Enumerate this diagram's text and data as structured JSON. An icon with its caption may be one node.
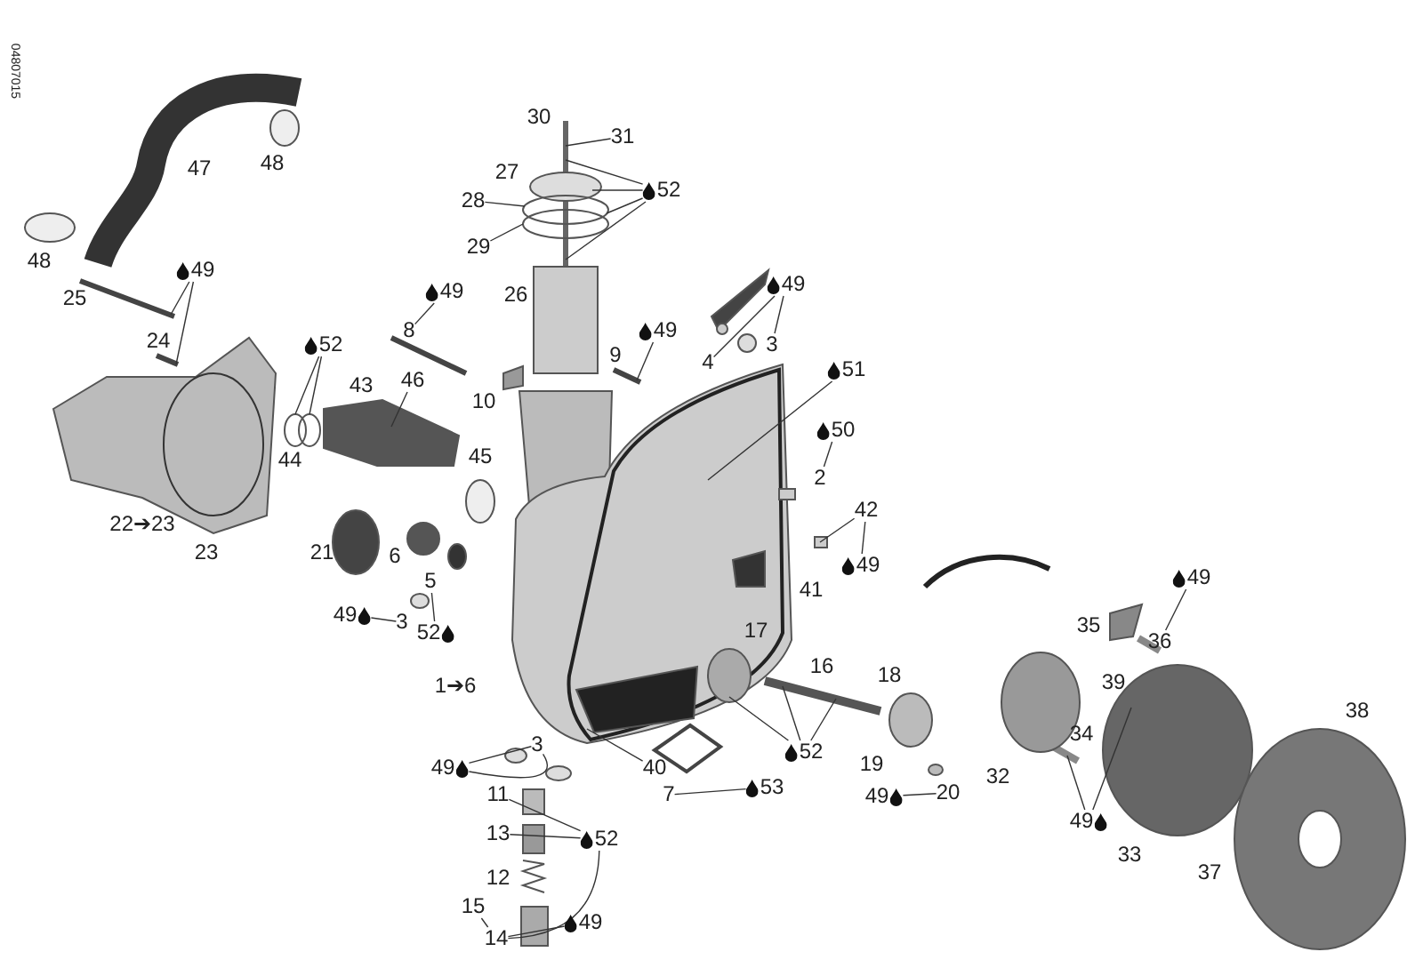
{
  "diagram": {
    "nodes": [
      {
        "text": [
          "49"
        ]
      },
      {
        "text": [
          "52"
        ]
      },
      {
        "text": [
          "49"
        ]
      },
      {
        "text": [
          "46"
        ]
      },
      {
        "text": [
          "31"
        ]
      },
      {
        "text": [
          "28"
        ]
      },
      {
        "text": [
          "29"
        ]
      },
      {
        "text": [
          "52"
        ]
      },
      {
        "text": [
          "49"
        ]
      },
      {
        "text": [
          "49"
        ]
      },
      {
        "text": [
          "51"
        ]
      },
      {
        "text": [
          "50"
        ]
      },
      {
        "text": [
          "42"
        ]
      },
      {
        "text": [
          "49"
        ]
      },
      {
        "text": [
          "49"
        ]
      },
      {
        "text": [
          "52"
        ]
      },
      {
        "text": [
          "40"
        ]
      },
      {
        "text": [
          "53"
        ]
      },
      {
        "text": [
          "52"
        ]
      },
      {
        "text": [
          "49"
        ]
      },
      {
        "text": [
          "52"
        ]
      },
      {
        "text": [
          "15"
        ]
      },
      {
        "text": [
          "49"
        ]
      },
      {
        "text": [
          "49"
        ]
      },
      {
        "text": [
          "49"
        ]
      },
      {
        "text": [
          "49"
        ]
      },
      {
        "text": [
          "8"
        ]
      },
      {
        "text": [
          "4"
        ]
      },
      {
        "text": [
          "3"
        ]
      },
      {
        "text": [
          "2"
        ]
      },
      {
        "text": [
          "5"
        ]
      },
      {
        "text": [
          "3"
        ]
      },
      {
        "text": [
          "3"
        ]
      },
      {
        "text": [
          "7"
        ]
      },
      {
        "text": [
          "20"
        ]
      },
      {
        "text": [
          "11"
        ]
      },
      {
        "text": [
          "13"
        ]
      },
      {
        "text": [
          "14"
        ]
      },
      {
        "text": [
          "36"
        ]
      }
    ],
    "edges": [
      {
        "from": 0,
        "to": null,
        "arrow": "none"
      },
      {
        "from": 0,
        "to": null,
        "arrow": "none"
      },
      {
        "from": 1,
        "to": null,
        "arrow": "none"
      },
      {
        "from": 1,
        "to": null,
        "arrow": "none"
      },
      {
        "from": 2,
        "to": 26,
        "arrow": "none"
      },
      {
        "from": 3,
        "to": null,
        "arrow": "none"
      },
      {
        "from": 4,
        "to": null,
        "arrow": "none"
      },
      {
        "from": 5,
        "to": null,
        "arrow": "none"
      },
      {
        "from": 6,
        "to": null,
        "arrow": "none"
      },
      {
        "from": 7,
        "to": null,
        "arrow": "none"
      },
      {
        "from": 7,
        "to": null,
        "arrow": "none"
      },
      {
        "from": 7,
        "to": null,
        "arrow": "none"
      },
      {
        "from": 7,
        "to": null,
        "arrow": "none"
      },
      {
        "from": 8,
        "to": null,
        "arrow": "none"
      },
      {
        "from": 9,
        "to": 27,
        "arrow": "none"
      },
      {
        "from": 9,
        "to": 28,
        "arrow": "none"
      },
      {
        "from": 10,
        "to": null,
        "arrow": "none"
      },
      {
        "from": 11,
        "to": 29,
        "arrow": "none"
      },
      {
        "from": 12,
        "to": null,
        "arrow": "none"
      },
      {
        "from": 13,
        "to": 12,
        "arrow": "none"
      },
      {
        "from": 14,
        "to": 31,
        "arrow": "none"
      },
      {
        "from": 15,
        "to": 30,
        "arrow": "none"
      },
      {
        "from": 16,
        "to": null,
        "arrow": "none"
      },
      {
        "from": 17,
        "to": 33,
        "arrow": "none"
      },
      {
        "from": 18,
        "to": null,
        "arrow": "none"
      },
      {
        "from": 18,
        "to": null,
        "arrow": "none"
      },
      {
        "from": 18,
        "to": null,
        "arrow": "none"
      },
      {
        "from": 19,
        "to": 32,
        "arrow": "none"
      },
      {
        "from": 19,
        "to": 32,
        "arrow": "none"
      },
      {
        "from": 20,
        "to": 35,
        "arrow": "none"
      },
      {
        "from": 20,
        "to": 36,
        "arrow": "none"
      },
      {
        "from": 20,
        "to": 37,
        "arrow": "none"
      },
      {
        "from": 21,
        "to": 37,
        "arrow": "none"
      },
      {
        "from": 22,
        "to": 37,
        "arrow": "none"
      },
      {
        "from": 23,
        "to": 34,
        "arrow": "none"
      },
      {
        "from": 24,
        "to": null,
        "arrow": "none"
      },
      {
        "from": 24,
        "to": null,
        "arrow": "none"
      },
      {
        "from": 25,
        "to": 38,
        "arrow": "none"
      }
    ],
    "labels": [
      "04807015",
      "30",
      "27",
      "48",
      "47",
      "48",
      "26",
      "25",
      "24",
      "9",
      "43",
      "10",
      "45",
      "44",
      "22➔23",
      "21",
      "6",
      "23",
      "41",
      "17",
      "35",
      "16",
      "18",
      "39",
      "1➔6",
      "38",
      "34",
      "19",
      "32",
      "33",
      "37",
      "12"
    ]
  }
}
